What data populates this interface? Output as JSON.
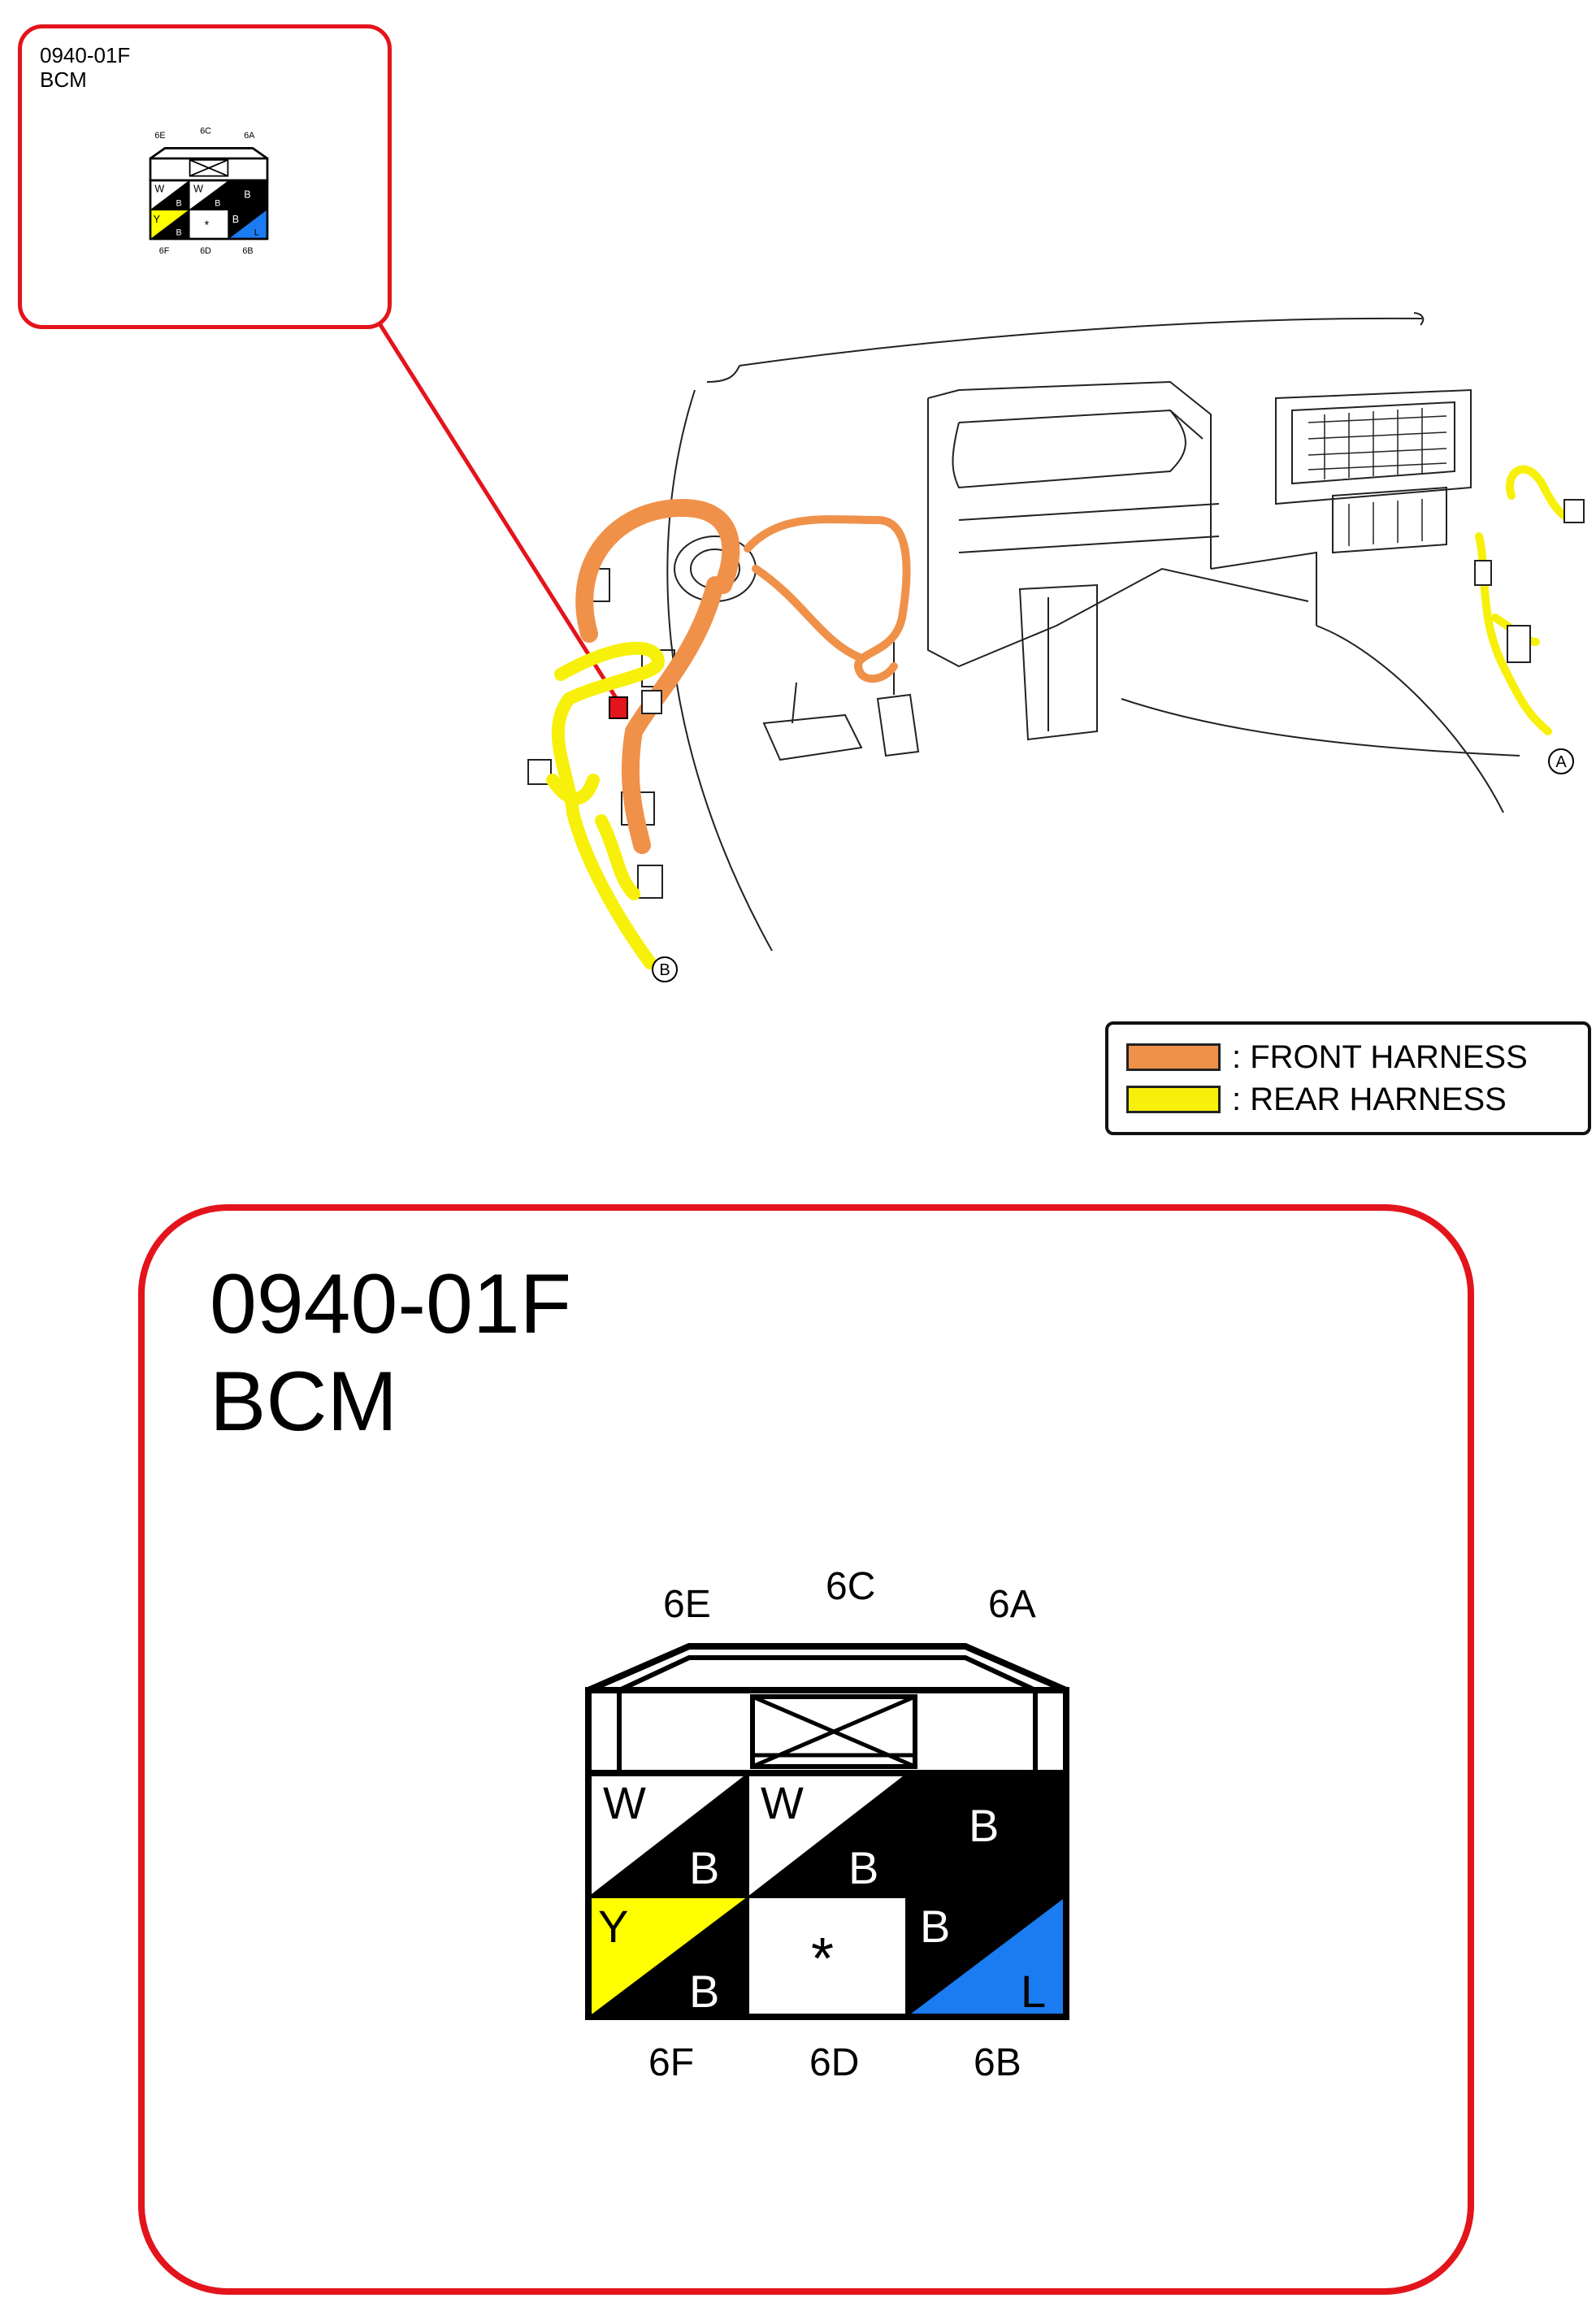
{
  "colors": {
    "callout_red": "#e3141b",
    "front_harness": "#f0914a",
    "rear_harness": "#f7f00a",
    "wire_black": "#000000",
    "wire_white": "#ffffff",
    "wire_yellow": "#ffff00",
    "wire_blue": "#1a7cf0"
  },
  "connector": {
    "code": "0940-01F",
    "name": "BCM",
    "top_pins": [
      "6E",
      "6C",
      "6A"
    ],
    "bottom_pins": [
      "6F",
      "6D",
      "6B"
    ],
    "cells": [
      {
        "pin": "6E",
        "primary": "W",
        "stripe": "B",
        "primary_color": "#ffffff",
        "stripe_color": "#000000",
        "split": "diagonal"
      },
      {
        "pin": "6C",
        "primary": "W",
        "stripe": "B",
        "primary_color": "#ffffff",
        "stripe_color": "#000000",
        "split": "diagonal"
      },
      {
        "pin": "6A",
        "primary": "B",
        "stripe": "",
        "primary_color": "#000000",
        "stripe_color": "",
        "split": "solid"
      },
      {
        "pin": "6F",
        "primary": "Y",
        "stripe": "B",
        "primary_color": "#ffff00",
        "stripe_color": "#000000",
        "split": "diagonal"
      },
      {
        "pin": "6D",
        "primary": "*",
        "stripe": "",
        "primary_color": "#ffffff",
        "stripe_color": "",
        "split": "empty"
      },
      {
        "pin": "6B",
        "primary": "B",
        "stripe": "L",
        "primary_color": "#000000",
        "stripe_color": "#1a7cf0",
        "split": "diagonal"
      }
    ]
  },
  "legend": [
    {
      "label": ": FRONT HARNESS",
      "color": "#f0914a"
    },
    {
      "label": ": REAR HARNESS",
      "color": "#f7f00a"
    }
  ],
  "markers": {
    "a": "A",
    "b": "B"
  }
}
